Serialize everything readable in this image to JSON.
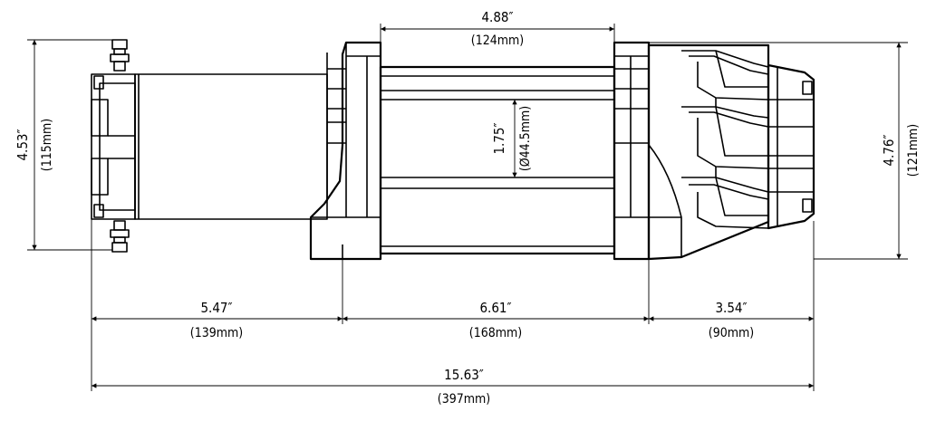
{
  "dimensions": {
    "drum_length": {
      "inch": "4.88″",
      "mm": "(124mm)"
    },
    "drum_diameter": {
      "inch": "1.75″",
      "mm": "(Ø44.5mm)"
    },
    "left_height": {
      "inch": "4.53″",
      "mm": "(115mm)"
    },
    "right_height": {
      "inch": "4.76″",
      "mm": "(121mm)"
    },
    "motor_length": {
      "inch": "5.47″",
      "mm": "(139mm)"
    },
    "mount_spacing": {
      "inch": "6.61″",
      "mm": "(168mm)"
    },
    "gearbox_length": {
      "inch": "3.54″",
      "mm": "(90mm)"
    },
    "overall_length": {
      "inch": "15.63″",
      "mm": "(397mm)"
    }
  }
}
